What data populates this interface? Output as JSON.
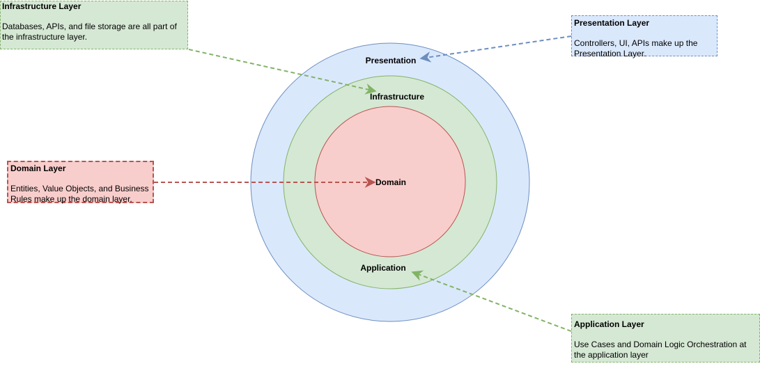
{
  "rings": {
    "presentation": "Presentation",
    "infrastructure": "Infrastructure",
    "domain": "Domain",
    "application": "Application"
  },
  "notes": {
    "infrastructure": {
      "title": "Infrastructure Layer",
      "description": "Databases, APIs, and file storage are all part of the infrastructure layer."
    },
    "presentation": {
      "title": "Presentation Layer",
      "description": "Controllers, UI, APIs make up the Presentation Layer."
    },
    "domain": {
      "title": "Domain Layer",
      "description": "Entities, Value Objects, and Business Rules make up the domain layer."
    },
    "application": {
      "title": "Application Layer",
      "description": "Use Cases and Domain Logic Orchestration at the application layer"
    }
  },
  "colors": {
    "presentation_fill": "#dae8fc",
    "presentation_stroke": "#6c8ebf",
    "green_fill": "#d5e8d4",
    "green_stroke": "#82b366",
    "domain_fill": "#f8cecc",
    "domain_stroke": "#b85450"
  }
}
